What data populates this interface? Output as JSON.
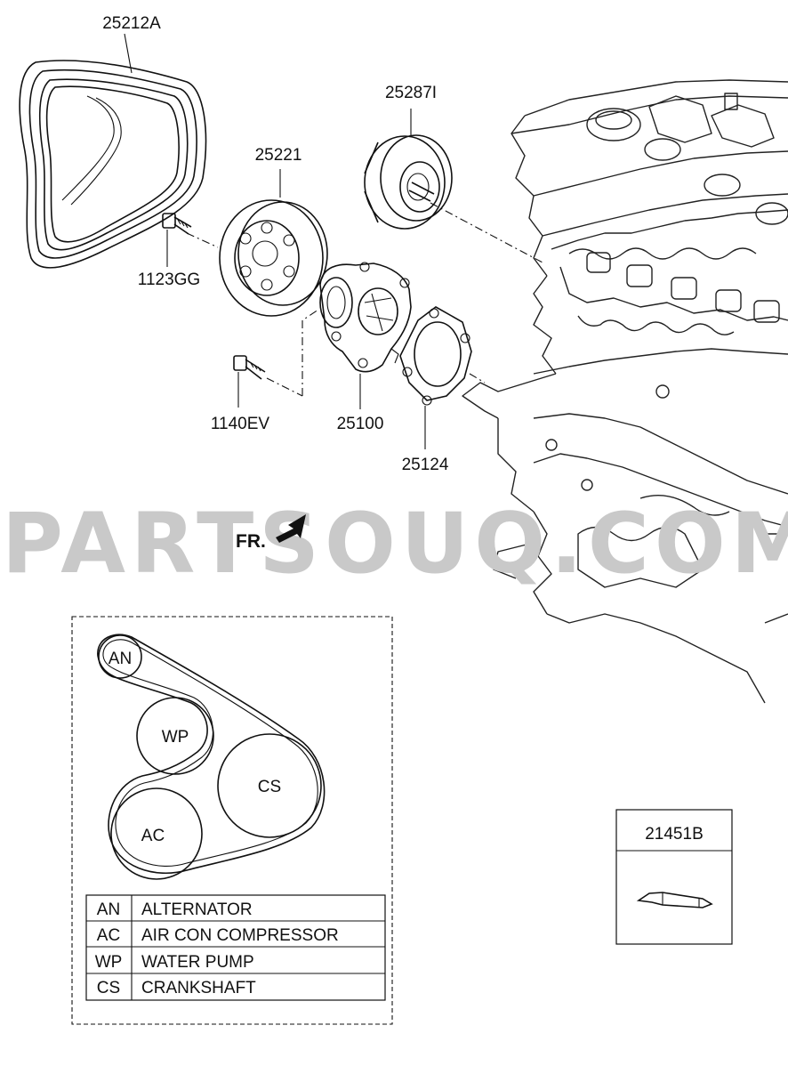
{
  "part_numbers": {
    "belt": "25212A",
    "idler": "25287I",
    "pulley": "25221",
    "pulley_bolt": "1123GG",
    "pump_bolt": "1140EV",
    "water_pump": "25100",
    "gasket": "25124",
    "sealant": "21451B"
  },
  "watermark": "PARTSOUQ.COM",
  "direction_label": "FR.",
  "belt_routing": {
    "pulleys": [
      "AN",
      "WP",
      "CS",
      "AC"
    ],
    "legend": [
      {
        "code": "AN",
        "name": "ALTERNATOR"
      },
      {
        "code": "AC",
        "name": "AIR CON COMPRESSOR"
      },
      {
        "code": "WP",
        "name": "WATER PUMP"
      },
      {
        "code": "CS",
        "name": "CRANKSHAFT"
      }
    ]
  }
}
